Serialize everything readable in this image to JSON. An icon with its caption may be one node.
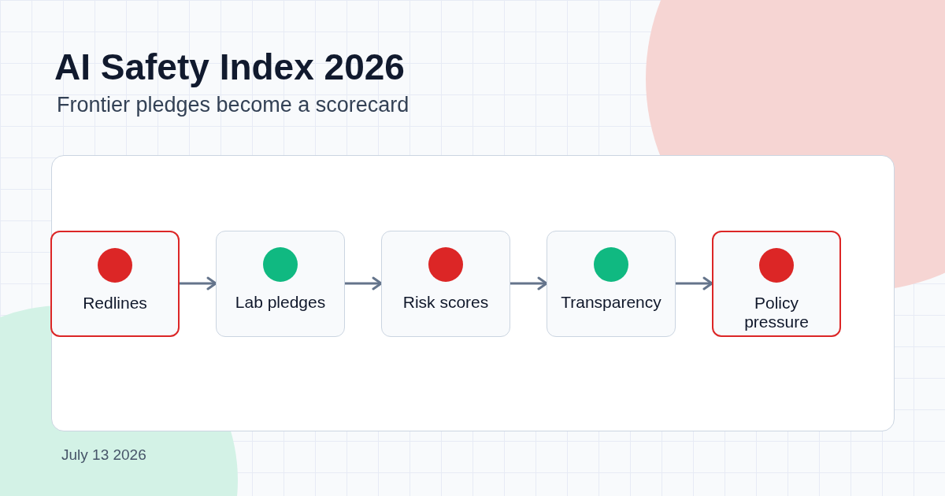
{
  "diagram": {
    "title": "AI Safety Index 2026",
    "nodes": [
      {
        "text": [
          "Redlines"
        ]
      },
      {
        "text": [
          "Lab pledges"
        ]
      },
      {
        "text": [
          "Risk scores"
        ]
      },
      {
        "text": [
          "Transparency"
        ]
      },
      {
        "text": [
          "Policy pressure"
        ]
      }
    ],
    "edges": [
      {
        "from": 0,
        "to": 1,
        "arrow": "to"
      },
      {
        "from": 1,
        "to": 2,
        "arrow": "to"
      },
      {
        "from": 2,
        "to": 3,
        "arrow": "to"
      },
      {
        "from": 3,
        "to": 4,
        "arrow": "to"
      }
    ],
    "labels": [
      "Frontier pledges become a scorecard",
      "July 13 2026"
    ]
  }
}
